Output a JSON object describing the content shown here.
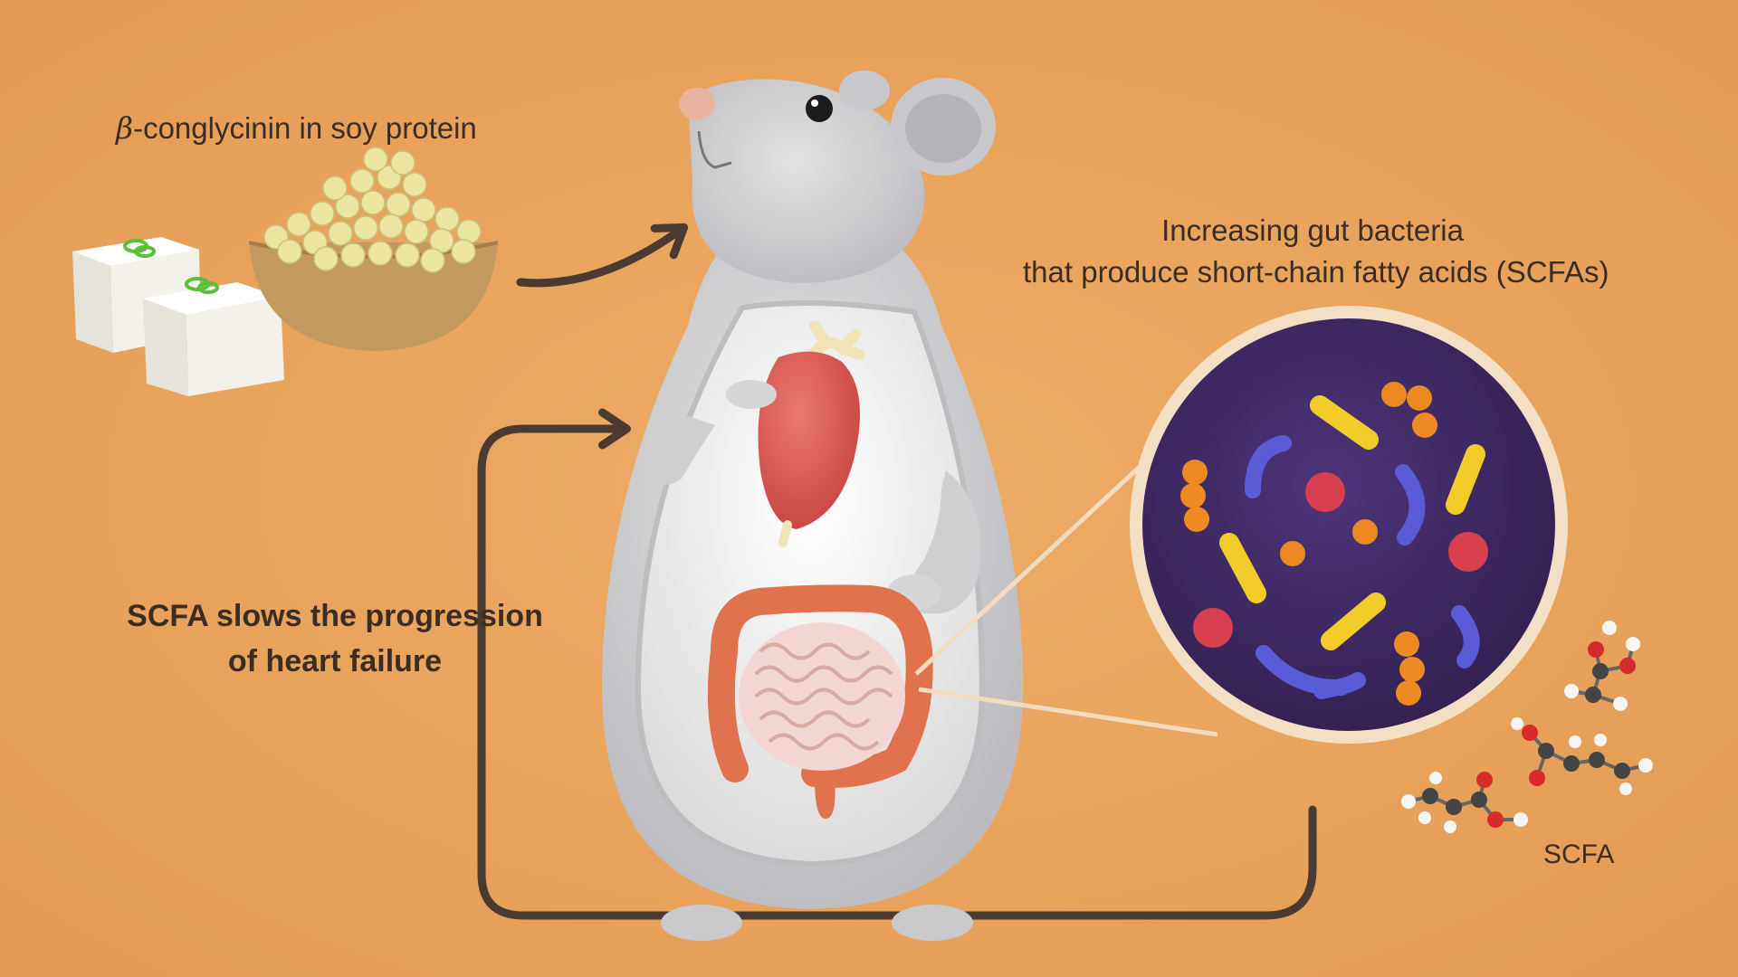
{
  "labels": {
    "soy_symbol": "β",
    "soy_text": "-conglycinin in soy protein",
    "bacteria_line1": "Increasing gut bacteria",
    "bacteria_line2": "that produce short-chain fatty acids (SCFAs)",
    "slows_line1": "SCFA slows the progression",
    "slows_line2": "of heart failure",
    "scfa": "SCFA"
  },
  "colors": {
    "background": "#e9a45e",
    "text": "#3b2d22",
    "arrow": "#4a3a32",
    "mouse_fur": "#cfcfd2",
    "mouse_inner": "#ececec",
    "heart": "#d9554f",
    "colon": "#e0724d",
    "small_intestine": "#f1d2d0",
    "lens_fill": "#3f2a66",
    "rod_bacteria": "#f2cd2a",
    "curved_bacteria": "#5a5bd6",
    "cocci_orange": "#ee8a22",
    "cocci_red": "#d8404f",
    "tofu": "#f3f1ea",
    "soybeans": "#e8e29a",
    "bowl": "#c8a46a"
  }
}
